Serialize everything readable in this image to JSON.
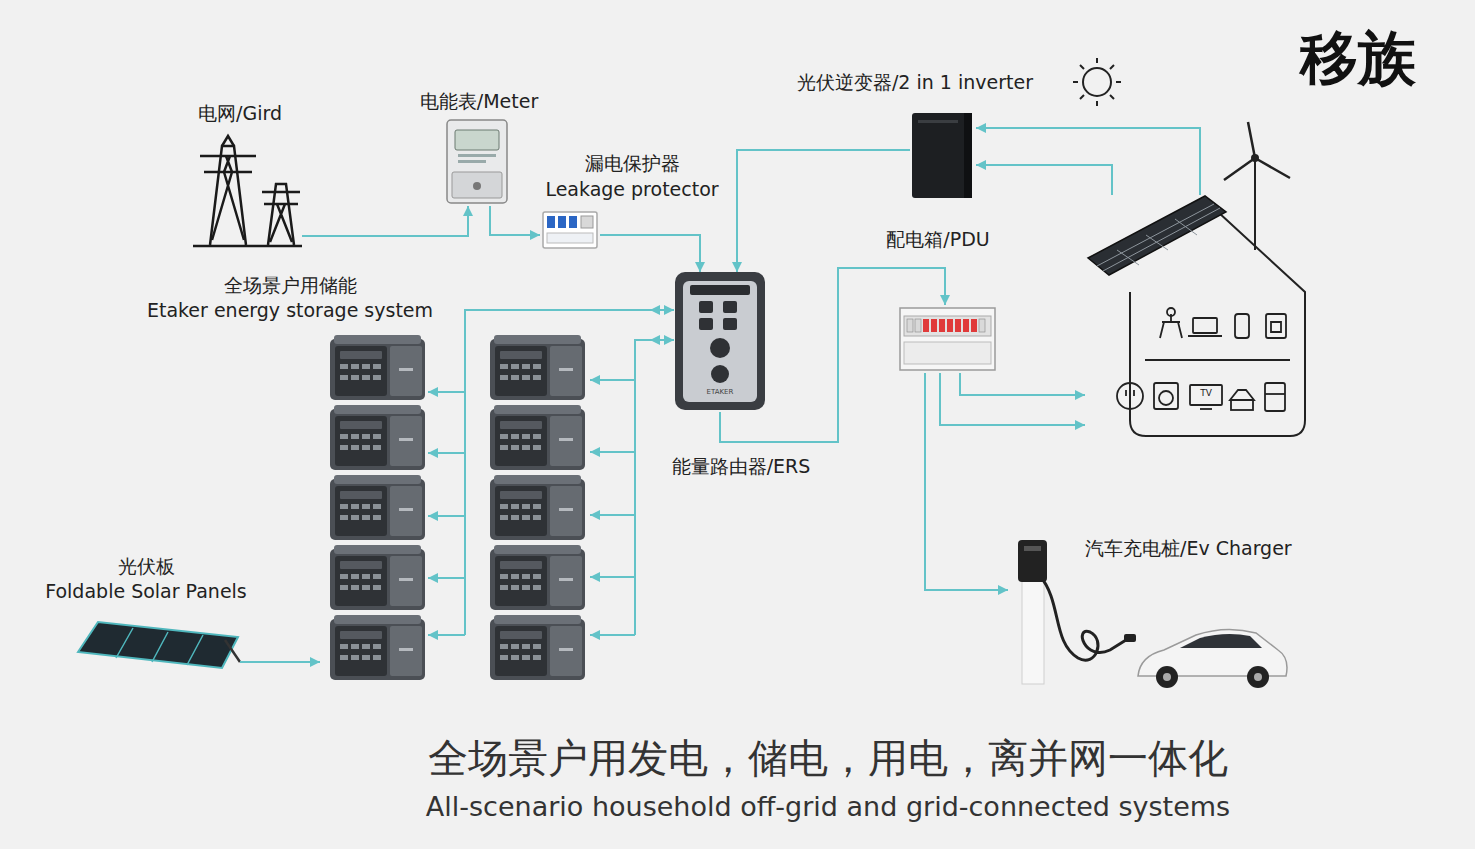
{
  "diagram": {
    "caption": "全场景户用发电，储电，用电，离并网一体化",
    "nodes": [
      {
        "text": [
          "电网/Gird"
        ]
      },
      {
        "text": [
          "电能表/Meter"
        ]
      },
      {
        "text": [
          "漏电保护器",
          "Leakage protector"
        ]
      },
      {
        "text": [
          "光伏逆变器/2 in 1 inverter"
        ]
      },
      {
        "text": [
          "配电箱/PDU"
        ]
      },
      {
        "text": [
          "全场景户用储能",
          "Etaker energy storage system"
        ]
      },
      {
        "text": [
          "能量路由器/ERS",
          "ETAKER"
        ]
      },
      {
        "text": [
          "TV"
        ]
      },
      {
        "text": [
          "光伏板",
          "Foldable Solar Panels"
        ]
      },
      {
        "text": [
          "汽车充电桩/Ev Charger"
        ]
      }
    ],
    "edges": [
      {
        "from": 0,
        "to": 1,
        "arrow": "to"
      },
      {
        "from": 1,
        "to": 2,
        "arrow": "to"
      },
      {
        "from": 2,
        "to": 6,
        "arrow": "to"
      },
      {
        "from": 3,
        "to": 6,
        "arrow": "to"
      },
      {
        "from": 7,
        "to": 3,
        "arrow": "to"
      },
      {
        "from": 7,
        "to": 3,
        "arrow": "to"
      },
      {
        "from": 6,
        "to": 5,
        "arrow": "both"
      },
      {
        "from": 6,
        "to": 5,
        "arrow": "both"
      },
      {
        "from": 6,
        "to": 4,
        "arrow": "to"
      },
      {
        "from": 4,
        "to": 7,
        "arrow": "to"
      },
      {
        "from": 4,
        "to": 7,
        "arrow": "to"
      },
      {
        "from": 4,
        "to": 9,
        "arrow": "to"
      },
      {
        "from": 8,
        "to": 5,
        "arrow": "to"
      }
    ],
    "labels": [
      "移族",
      "All-scenario household off-grid and grid-connected systems"
    ]
  }
}
